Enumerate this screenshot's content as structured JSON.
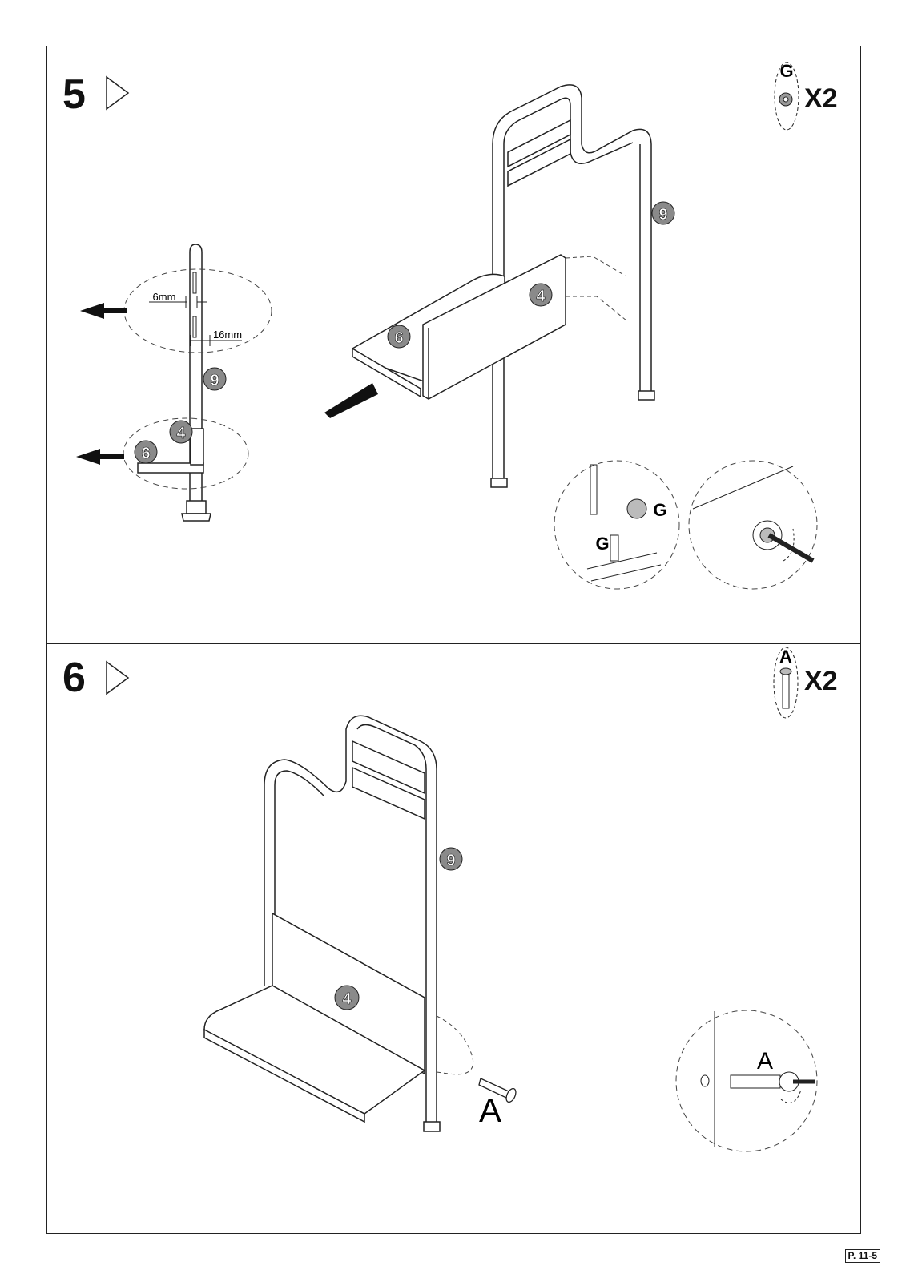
{
  "steps": [
    {
      "number": "5",
      "hardware": {
        "letter": "G",
        "quantity": "X2"
      },
      "dimensions": {
        "gap": "6mm",
        "offset": "16mm"
      },
      "part_labels": {
        "frame": "9",
        "backrest": "4",
        "seat": "6"
      },
      "detail_letter": "G"
    },
    {
      "number": "6",
      "hardware": {
        "letter": "A",
        "quantity": "X2"
      },
      "part_labels": {
        "frame": "9",
        "backrest": "4"
      },
      "detail_letter": "A"
    }
  ],
  "page_ref": "P. 11-5",
  "colors": {
    "line": "#222222",
    "badge": "#8a8a8a"
  }
}
